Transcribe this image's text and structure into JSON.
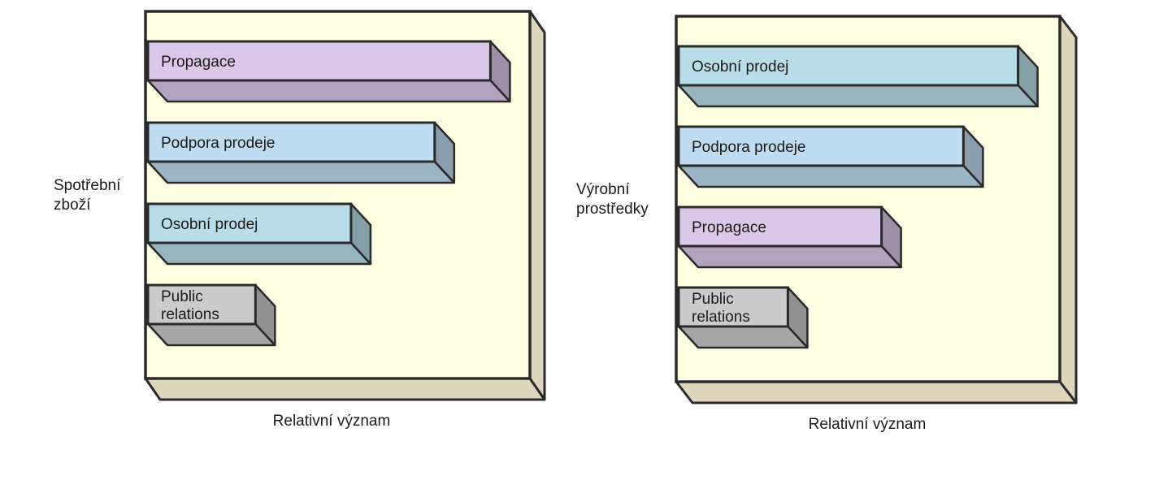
{
  "colors": {
    "panel": "#fdfde2",
    "panel_edge": "#dcd6bc",
    "outline": "#2a2a2a",
    "purple": "#d9c8e8",
    "blue": "#bfdcf0",
    "teal": "#b9dde8",
    "grey": "#cbcbcb"
  },
  "chart_data": [
    {
      "type": "bar",
      "orientation": "horizontal",
      "group_label": "Spotřební zboží",
      "group_label_lines": [
        "Spotřební",
        "zboží"
      ],
      "xlabel": "Relativní význam",
      "xlim": [
        0,
        100
      ],
      "categories": [
        "Propagace",
        "Podpora prodeje",
        "Osobní prodej",
        "Public relations"
      ],
      "category_lines": [
        [
          "Propagace"
        ],
        [
          "Podpora prodeje"
        ],
        [
          "Osobní prodej"
        ],
        [
          "Public",
          "relations"
        ]
      ],
      "values": [
        86,
        72,
        51,
        27
      ],
      "category_colors": [
        "purple",
        "blue",
        "teal",
        "grey"
      ]
    },
    {
      "type": "bar",
      "orientation": "horizontal",
      "group_label": "Výrobní prostředky",
      "group_label_lines": [
        "Výrobní",
        "prostředky"
      ],
      "xlabel": "Relativní význam",
      "xlim": [
        0,
        100
      ],
      "categories": [
        "Osobní prodej",
        "Podpora prodeje",
        "Propagace",
        "Public relations"
      ],
      "category_lines": [
        [
          "Osobní prodej"
        ],
        [
          "Podpora prodeje"
        ],
        [
          "Propagace"
        ],
        [
          "Public",
          "relations"
        ]
      ],
      "values": [
        87,
        73,
        52,
        28
      ],
      "category_colors": [
        "teal",
        "blue",
        "purple",
        "grey"
      ]
    }
  ]
}
